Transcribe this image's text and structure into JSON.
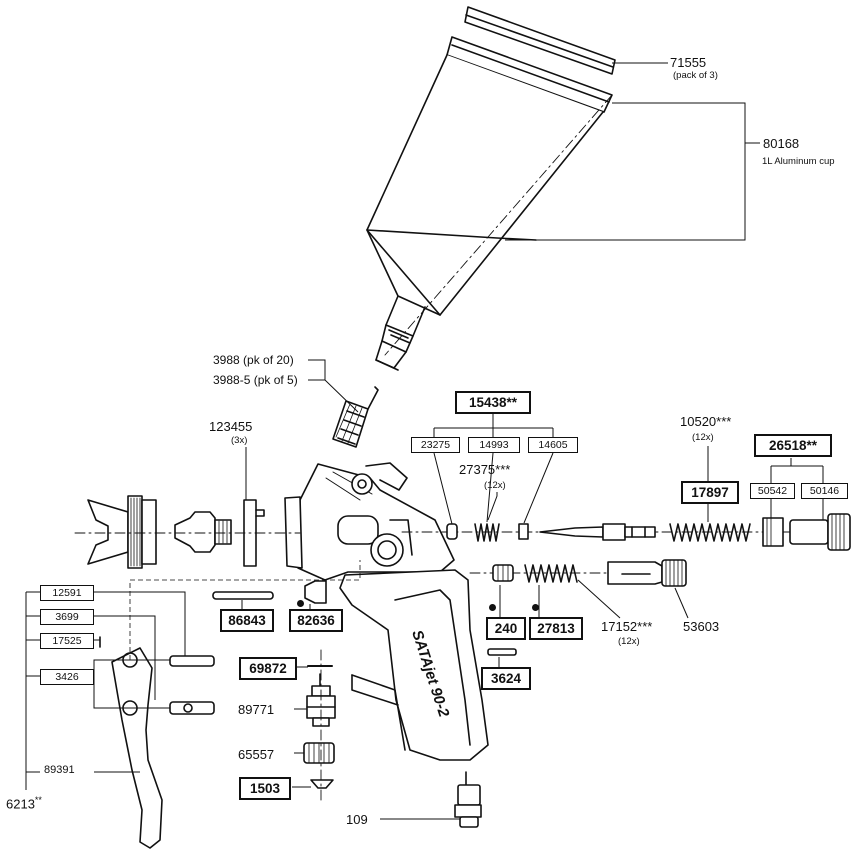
{
  "parts": {
    "p71555": "71555",
    "p71555_note": "(pack of 3)",
    "p80168": "80168",
    "p80168_note": "1L Aluminum cup",
    "p3988": "3988 (pk of 20)",
    "p3988_5": "3988-5 (pk of 5)",
    "p123455": "123455",
    "p123455_note": "(3x)",
    "p15438": "15438**",
    "p23275": "23275",
    "p14993": "14993",
    "p14605": "14605",
    "p27375": "27375***",
    "p27375_note": "(12x)",
    "p10520": "10520***",
    "p10520_note": "(12x)",
    "p26518": "26518**",
    "p17897": "17897",
    "p50542": "50542",
    "p50146": "50146",
    "p86843": "86843",
    "p82636": "82636",
    "p240": "240",
    "p27813": "27813",
    "p17152": "17152***",
    "p17152_note": "(12x)",
    "p53603": "53603",
    "p12591": "12591",
    "p3699": "3699",
    "p17525": "17525",
    "p3426": "3426",
    "p89391": "89391",
    "p6213": "6213",
    "p6213_sup": "**",
    "p69872": "69872",
    "p89771": "89771",
    "p65557": "65557",
    "p1503": "1503",
    "p3624": "3624",
    "p109": "109"
  },
  "branding": {
    "logo_text": "SATAjet 90-2"
  }
}
